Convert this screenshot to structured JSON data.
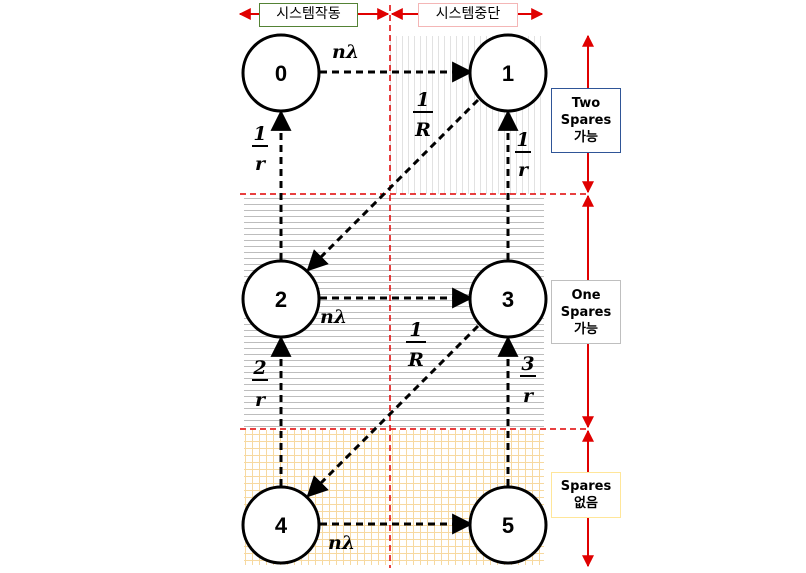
{
  "header": {
    "left_label": "시스템작동",
    "right_label": "시스템중단"
  },
  "nodes": [
    {
      "id": "0",
      "label": "0"
    },
    {
      "id": "1",
      "label": "1"
    },
    {
      "id": "2",
      "label": "2"
    },
    {
      "id": "3",
      "label": "3"
    },
    {
      "id": "4",
      "label": "4"
    },
    {
      "id": "5",
      "label": "5"
    }
  ],
  "edges": {
    "e01": {
      "from": "0",
      "to": "1",
      "rate": "nλ"
    },
    "e23": {
      "from": "2",
      "to": "3",
      "rate": "nλ"
    },
    "e45": {
      "from": "4",
      "to": "5",
      "rate": "nλ"
    },
    "e12": {
      "from": "1",
      "to": "2",
      "num": "1",
      "den": "R"
    },
    "e34": {
      "from": "3",
      "to": "4",
      "num": "1",
      "den": "R"
    },
    "e20": {
      "from": "2",
      "to": "0",
      "num": "1",
      "den": "r"
    },
    "e31": {
      "from": "3",
      "to": "1",
      "num": "1",
      "den": "r"
    },
    "e42": {
      "from": "4",
      "to": "2",
      "num": "2",
      "den": "r"
    },
    "e53": {
      "from": "5",
      "to": "3",
      "num": "3",
      "den": "r"
    }
  },
  "regions": {
    "two": {
      "line1": "Two",
      "line2": "Spares",
      "line3": "가능",
      "border": "#2f5597"
    },
    "one": {
      "line1": "One",
      "line2": "Spares",
      "line3": "가능",
      "border": "#bfbfbf"
    },
    "none": {
      "line1": "Spares",
      "line2": "없음",
      "border": "#ffe699"
    }
  },
  "colors": {
    "accent_red": "#e00000",
    "header_left_border": "#548235",
    "header_right_border": "#f4b6b6"
  }
}
